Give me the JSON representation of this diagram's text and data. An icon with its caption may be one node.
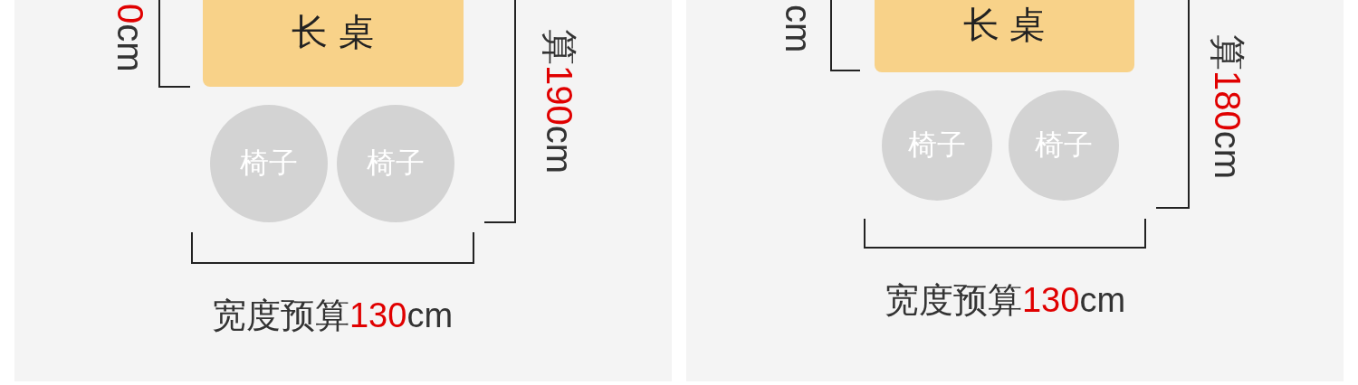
{
  "diagram": {
    "nodes": [
      {
        "text": [
          "长 桌"
        ]
      },
      {
        "text": [
          "椅子"
        ]
      },
      {
        "text": [
          "椅子"
        ]
      },
      {
        "text": [
          "长 桌"
        ]
      },
      {
        "text": [
          "椅子"
        ]
      },
      {
        "text": [
          "椅子"
        ]
      }
    ],
    "labels": [
      "0cm",
      "算190cm",
      "宽度预算130cm",
      "cm",
      "算180cm",
      "宽度预算130cm"
    ]
  }
}
